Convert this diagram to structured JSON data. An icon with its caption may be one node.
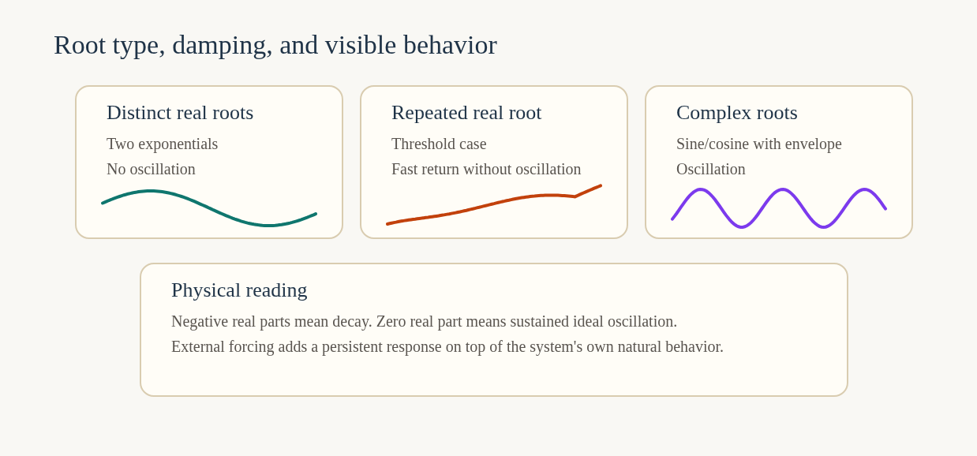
{
  "diagram": {
    "title": "Root type, damping, and visible behavior",
    "nodes": [
      {
        "text": [
          "Distinct real roots",
          "Two exponentials",
          "No oscillation"
        ]
      },
      {
        "text": [
          "Repeated real root",
          "Threshold case",
          "Fast return without oscillation"
        ]
      },
      {
        "text": [
          "Complex roots",
          "Sine/cosine with envelope",
          "Oscillation"
        ]
      },
      {
        "text": [
          "Physical reading",
          "Negative real parts mean decay. Zero real part means sustained ideal oscillation.",
          "External forcing adds a persistent response on top of the system's own natural behavior."
        ]
      }
    ]
  }
}
